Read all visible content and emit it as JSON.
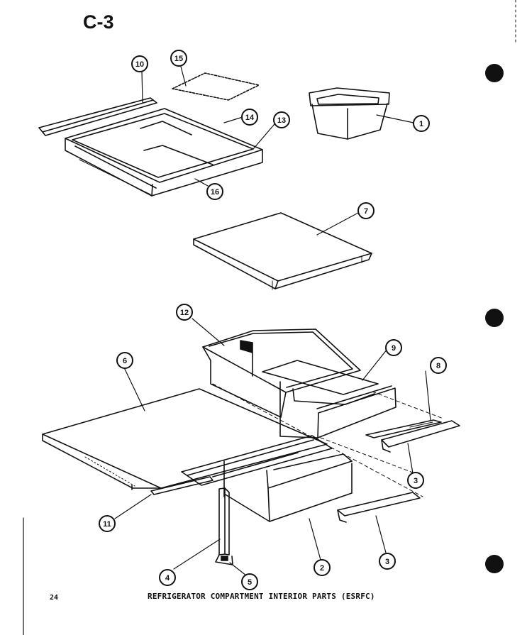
{
  "page": {
    "title": "C-3",
    "page_number": "24",
    "caption": "REFRIGERATOR COMPARTMENT INTERIOR PARTS (ESRFC)"
  },
  "callouts": [
    "1",
    "2",
    "3",
    "3",
    "4",
    "5",
    "6",
    "7",
    "8",
    "9",
    "10",
    "11",
    "12",
    "13",
    "14",
    "15",
    "16"
  ],
  "colors": {
    "ink": "#111111",
    "paper": "#ffffff"
  }
}
